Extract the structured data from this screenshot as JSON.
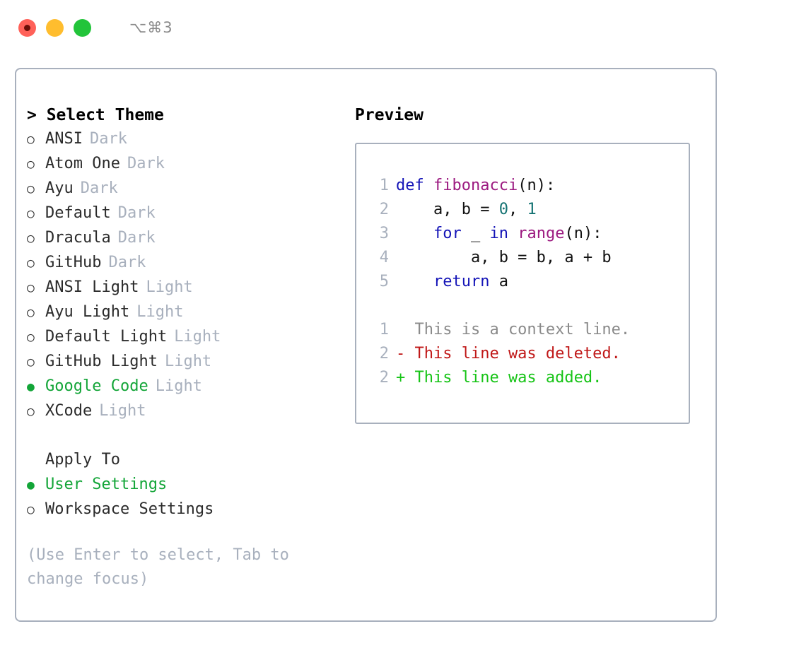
{
  "titlebar": {
    "shortcut": "⌥⌘3",
    "buttons": [
      {
        "name": "close",
        "color": "#ff6159"
      },
      {
        "name": "minimize",
        "color": "#ffbd2e"
      },
      {
        "name": "maximize",
        "color": "#22c43a"
      }
    ]
  },
  "theme_panel": {
    "title": "> Select Theme",
    "markers": {
      "on": "●",
      "off": "○"
    },
    "options": [
      {
        "label": "ANSI",
        "tag": "Dark",
        "selected": false
      },
      {
        "label": "Atom One",
        "tag": "Dark",
        "selected": false
      },
      {
        "label": "Ayu",
        "tag": "Dark",
        "selected": false
      },
      {
        "label": "Default",
        "tag": "Dark",
        "selected": false
      },
      {
        "label": "Dracula",
        "tag": "Dark",
        "selected": false
      },
      {
        "label": "GitHub",
        "tag": "Dark",
        "selected": false
      },
      {
        "label": "ANSI Light",
        "tag": "Light",
        "selected": false
      },
      {
        "label": "Ayu Light",
        "tag": "Light",
        "selected": false
      },
      {
        "label": "Default Light",
        "tag": "Light",
        "selected": false
      },
      {
        "label": "GitHub Light",
        "tag": "Light",
        "selected": false
      },
      {
        "label": "Google Code",
        "tag": "Light",
        "selected": true
      },
      {
        "label": "XCode",
        "tag": "Light",
        "selected": false
      }
    ]
  },
  "apply_to": {
    "title": "Apply To",
    "options": [
      {
        "label": "User Settings",
        "selected": true
      },
      {
        "label": "Workspace Settings",
        "selected": false
      }
    ]
  },
  "hint": "(Use Enter to select, Tab to change focus)",
  "preview": {
    "title": "Preview",
    "code_lines": [
      {
        "num": "1",
        "tokens": [
          {
            "t": "def",
            "c": "kw"
          },
          {
            "t": " ",
            "c": "txt"
          },
          {
            "t": "fibonacci",
            "c": "fn"
          },
          {
            "t": "(n):",
            "c": "txt"
          }
        ]
      },
      {
        "num": "2",
        "tokens": [
          {
            "t": "    a, b = ",
            "c": "txt"
          },
          {
            "t": "0",
            "c": "num"
          },
          {
            "t": ", ",
            "c": "txt"
          },
          {
            "t": "1",
            "c": "num"
          }
        ]
      },
      {
        "num": "3",
        "tokens": [
          {
            "t": "    ",
            "c": "txt"
          },
          {
            "t": "for",
            "c": "kw"
          },
          {
            "t": " _ ",
            "c": "txt"
          },
          {
            "t": "in",
            "c": "kw"
          },
          {
            "t": " ",
            "c": "txt"
          },
          {
            "t": "range",
            "c": "fn"
          },
          {
            "t": "(n):",
            "c": "txt"
          }
        ]
      },
      {
        "num": "4",
        "tokens": [
          {
            "t": "        a, b = b, a + b",
            "c": "txt"
          }
        ]
      },
      {
        "num": "5",
        "tokens": [
          {
            "t": "    ",
            "c": "txt"
          },
          {
            "t": "return",
            "c": "kw"
          },
          {
            "t": " a",
            "c": "txt"
          }
        ]
      }
    ],
    "diff_lines": [
      {
        "num": "1",
        "tokens": [
          {
            "t": "  This is a context line.",
            "c": "ctx"
          }
        ]
      },
      {
        "num": "2",
        "tokens": [
          {
            "t": "- This line was deleted.",
            "c": "del"
          }
        ]
      },
      {
        "num": "2",
        "tokens": [
          {
            "t": "+ This line was added.",
            "c": "add"
          }
        ]
      }
    ]
  },
  "colors": {
    "border": "#a8b0bd",
    "muted": "#a8b0bd",
    "accent_green": "#13a538",
    "keyword": "#1414b7",
    "function": "#9c1a80",
    "number": "#157373",
    "diff_added": "#16c416",
    "diff_deleted": "#c01818",
    "diff_context": "#8a8a8a"
  }
}
